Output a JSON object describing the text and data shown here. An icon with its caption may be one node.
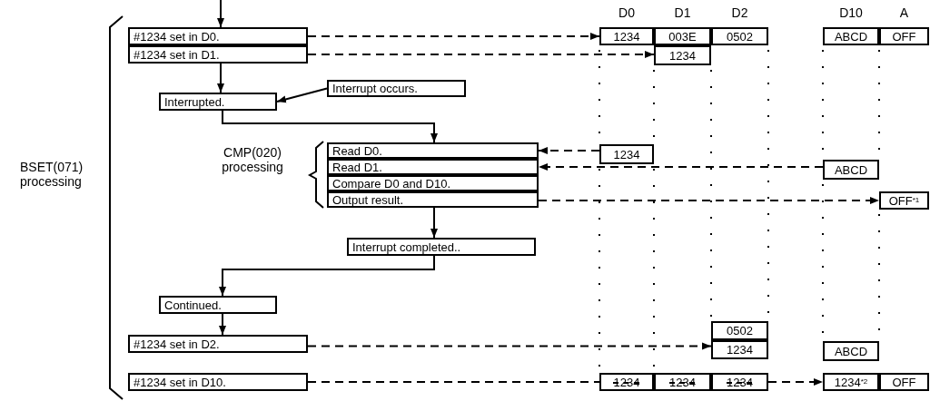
{
  "diagram": {
    "nodes": [
      {
        "text": [
          "#1234 set in D0."
        ]
      },
      {
        "text": [
          "#1234 set in D1."
        ]
      },
      {
        "text": [
          "Interrupted."
        ]
      },
      {
        "text": [
          "Interrupt occurs."
        ]
      },
      {
        "text": [
          "Read D0."
        ]
      },
      {
        "text": [
          "Read D1."
        ]
      },
      {
        "text": [
          "Compare D0 and D10."
        ]
      },
      {
        "text": [
          "Output result."
        ]
      },
      {
        "text": [
          "Interrupt completed.."
        ]
      },
      {
        "text": [
          "Continued."
        ]
      },
      {
        "text": [
          "#1234 set in D2."
        ]
      },
      {
        "text": [
          "#1234 set in D10."
        ]
      },
      {
        "text": [
          "1234"
        ]
      },
      {
        "text": [
          "003E"
        ]
      },
      {
        "text": [
          "0502"
        ]
      },
      {
        "text": [
          "ABCD"
        ]
      },
      {
        "text": [
          "OFF"
        ]
      },
      {
        "text": [
          "1234"
        ]
      },
      {
        "text": [
          "1234"
        ]
      },
      {
        "text": [
          "ABCD"
        ]
      },
      {
        "text": [
          "OFF$^{*1}$"
        ]
      },
      {
        "text": [
          "0502"
        ]
      },
      {
        "text": [
          "1234"
        ]
      },
      {
        "text": [
          "ABCD"
        ]
      },
      {
        "text": [
          "1234"
        ]
      },
      {
        "text": [
          "1234"
        ]
      },
      {
        "text": [
          "1234"
        ]
      },
      {
        "text": [
          "1234$^{*2}$"
        ]
      },
      {
        "text": [
          "OFF"
        ]
      }
    ],
    "edges": [
      {
        "from": null,
        "to": 0,
        "arrow": "to"
      },
      {
        "from": 0,
        "to": 12,
        "arrow": "to",
        "style": "dashed"
      },
      {
        "from": 1,
        "to": 17,
        "arrow": "to",
        "style": "dashed"
      },
      {
        "from": 1,
        "to": 2,
        "arrow": "to"
      },
      {
        "from": 3,
        "to": 2,
        "arrow": "to"
      },
      {
        "from": 2,
        "to": 4,
        "arrow": "to"
      },
      {
        "from": 18,
        "to": 4,
        "arrow": "to",
        "style": "dashed"
      },
      {
        "from": 19,
        "to": 5,
        "arrow": "to",
        "style": "dashed"
      },
      {
        "from": 7,
        "to": 20,
        "arrow": "to",
        "style": "dashed"
      },
      {
        "from": 7,
        "to": 8,
        "arrow": "to"
      },
      {
        "from": 8,
        "to": 9,
        "arrow": "to"
      },
      {
        "from": 9,
        "to": 10,
        "arrow": "to"
      },
      {
        "from": 10,
        "to": 22,
        "arrow": "to",
        "style": "dashed"
      },
      {
        "from": 11,
        "to": 24,
        "arrow": "none",
        "style": "dashed"
      },
      {
        "from": 26,
        "to": 27,
        "arrow": "to",
        "style": "dashed"
      }
    ],
    "labels": [
      "D0",
      "D1",
      "D2",
      "D10",
      "A",
      "BSET(071) processing",
      "CMP(020) processing"
    ]
  }
}
